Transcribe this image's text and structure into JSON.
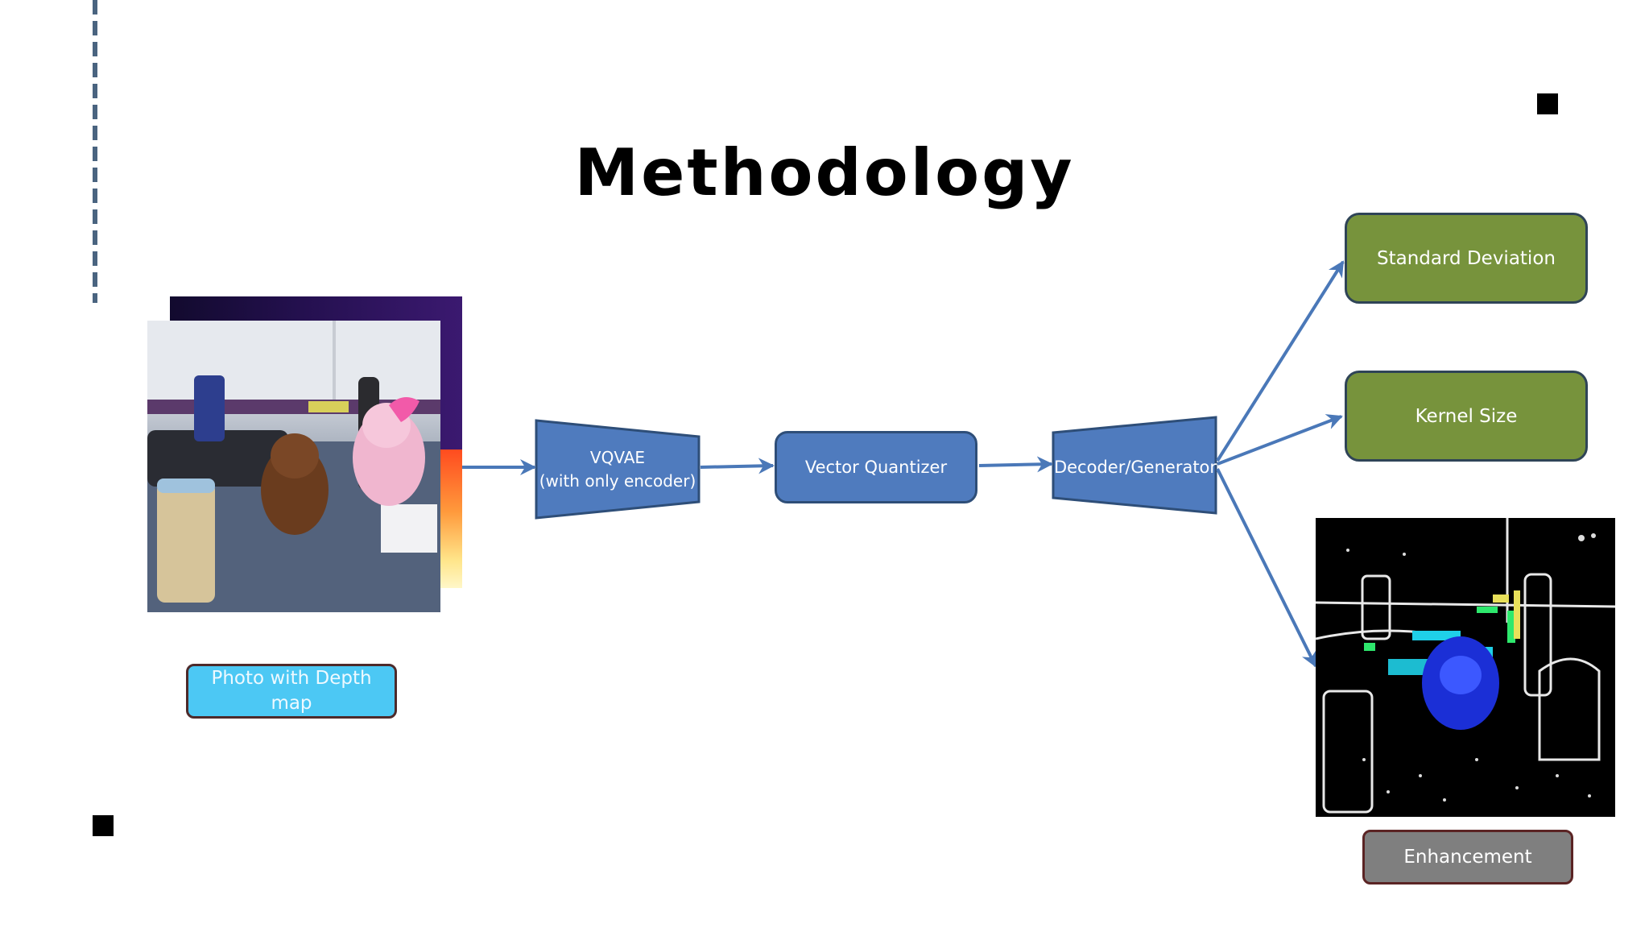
{
  "title": "Methodology",
  "nodes": {
    "input_label": "Photo with Depth map",
    "vqvae_line1": "VQVAE",
    "vqvae_line2": "(with only encoder)",
    "vector_quantizer": "Vector Quantizer",
    "decoder": "Decoder/Generator",
    "std_dev": "Standard Deviation",
    "kernel_size": "Kernel Size",
    "enhancement": "Enhancement"
  },
  "colors": {
    "node_blue": "#4f7bbe",
    "node_green": "#77933c",
    "label_cyan": "#4cc8f4",
    "label_gray": "#7f7f7f",
    "arrow": "#4a78b8",
    "accent_dashes": "#4a6480"
  },
  "images": {
    "input_photo": "photo of plush toys and a bottle on a table, with a depth map behind it",
    "enhanced_output": "enhanced edge-contrast version of the photo on black"
  }
}
